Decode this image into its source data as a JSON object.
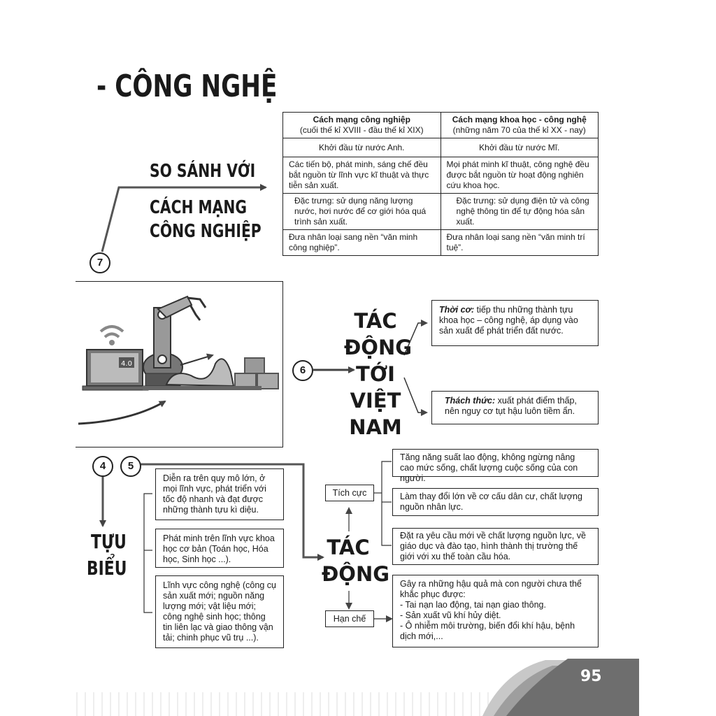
{
  "title": "- CÔNG NGHỆ",
  "compare": {
    "badge": "7",
    "line1": "SO SÁNH VỚI",
    "line2": "CÁCH MẠNG",
    "line3": "CÔNG NGHIỆP",
    "table": {
      "headers": [
        {
          "title": "Cách mạng công nghiệp",
          "sub": "(cuối thế kỉ XVIII - đầu thế kỉ XIX)"
        },
        {
          "title": "Cách mạng khoa học - công nghệ",
          "sub": "(những năm 70 của thế kỉ XX - nay)"
        }
      ],
      "rows": [
        [
          "Khởi đầu từ nước Anh.",
          "Khởi đầu từ nước Mĩ."
        ],
        [
          "Các tiến bộ, phát minh, sáng chế đều bắt nguồn từ lĩnh vực kĩ thuật và thực tiễn sản xuất.",
          "Mọi phát minh kĩ thuật, công nghệ đều được bắt nguồn từ hoạt động nghiên cứu khoa học."
        ],
        [
          "Đặc trưng: sử dụng năng lượng nước, hơi nước để cơ giới hóa quá trình sản xuất.",
          "Đặc trưng: sử dụng điện tử và công nghệ thông tin để tự động hóa sản xuất."
        ],
        [
          "Đưa nhân loại sang nền “văn minh công nghiệp”.",
          "Đưa nhân loại sang nền “văn minh trí tuệ”."
        ]
      ]
    }
  },
  "illustration": {
    "screen_label": "4.0"
  },
  "vietnam": {
    "badge": "6",
    "words": [
      "TÁC",
      "ĐỘNG",
      "TỚI",
      "VIỆT",
      "NAM"
    ],
    "opportunity_label": "Thời cơ:",
    "opportunity_text": " tiếp thu những thành tựu khoa học – công nghệ, áp dụng vào sản xuất để phát triển đất nước.",
    "challenge_label": "Thách thức:",
    "challenge_text": " xuất phát điểm thấp, nên nguy cơ tụt hậu luôn tiềm ẩn."
  },
  "achievements": {
    "badge": "4",
    "word1": "TỰU",
    "word2": "BIỂU",
    "items": [
      "Diễn ra trên quy mô lớn, ở mọi lĩnh vực, phát triển với tốc độ nhanh và đạt được những thành tựu kì diệu.",
      "Phát minh trên lĩnh vực khoa học cơ bản (Toán học, Hóa học, Sinh học ...).",
      "Lĩnh vực công nghệ (công cụ sản xuất mới; nguồn năng lượng mới; vật liệu mới; công nghệ sinh học; thông tin liên lạc và giao thông vận tải; chinh phục vũ trụ ...)."
    ]
  },
  "impact": {
    "badge": "5",
    "word1": "TÁC",
    "word2": "ĐỘNG",
    "positive_label": "Tích cực",
    "negative_label": "Hạn chế",
    "positive": [
      "Tăng năng suất lao động, không ngừng nâng cao mức sống, chất lượng cuộc sống của con người.",
      "Làm thay đổi lớn về cơ cấu dân cư, chất lượng nguồn nhân lực.",
      "Đặt ra yêu cầu mới về chất lượng nguồn lực, về giáo dục và đào tạo, hình thành thị trường thế giới với xu thế toàn cầu hóa."
    ],
    "negative": [
      "Gây ra những hậu quả mà con người chưa thể khắc phục được:",
      "- Tai nạn lao động, tai nạn giao thông.",
      "- Sản xuất vũ khí hủy diệt.",
      "- Ô nhiễm môi trường, biến đổi khí hậu, bệnh dịch mới,..."
    ]
  },
  "page_number": "95"
}
